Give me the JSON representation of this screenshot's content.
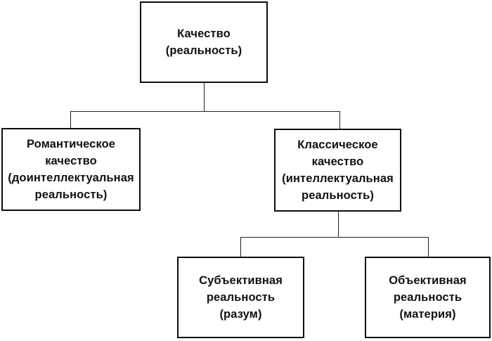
{
  "diagram": {
    "title": "Quality hierarchy diagram",
    "background_color": "#ffffff",
    "box_border_color": "#0d0d0d",
    "connector_color": "#222222",
    "text_color": "#111111",
    "nodes": {
      "quality": {
        "label": "Качество\n(реальность)"
      },
      "romantic": {
        "label": "Романтическое\nкачество\n(доинтеллектуальная\nреальность)"
      },
      "classic": {
        "label": "Классическое\nкачество\n(интеллектуальная\nреальность)"
      },
      "subjective": {
        "label": "Субъективная\nреальность\n(разум)"
      },
      "objective": {
        "label": "Объективная\nреальность\n(материя)"
      }
    },
    "edges": [
      {
        "from": "quality",
        "to": "romantic"
      },
      {
        "from": "quality",
        "to": "classic"
      },
      {
        "from": "classic",
        "to": "subjective"
      },
      {
        "from": "classic",
        "to": "objective"
      }
    ]
  }
}
